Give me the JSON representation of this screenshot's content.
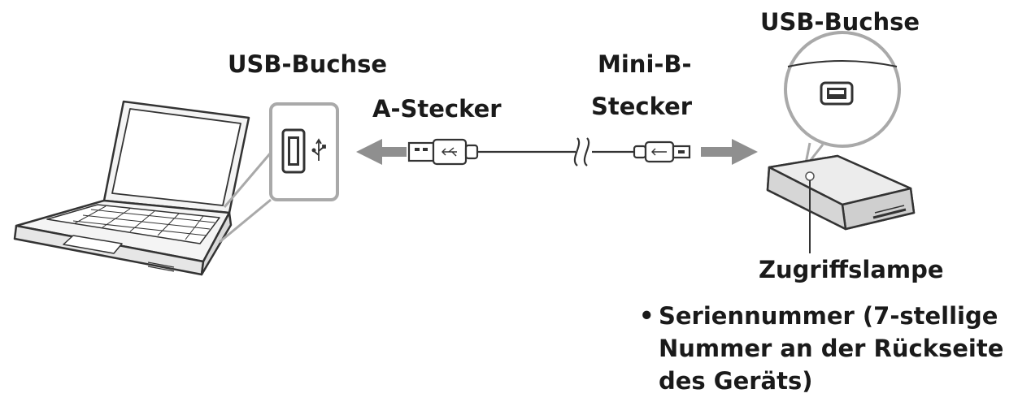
{
  "labels": {
    "usb_socket_laptop": "USB-Buchse",
    "a_plug": "A-Stecker",
    "mini_b_line1": "Mini-B-",
    "mini_b_line2": "Stecker",
    "usb_socket_device": "USB-Buchse",
    "access_lamp": "Zugriffslampe"
  },
  "serial_note": {
    "bullet": "•",
    "text": "Seriennummer (7-stellige\nNummer an der Rückseite\ndes Geräts)"
  },
  "colors": {
    "line": "#333333",
    "callout_border": "#a9a9a9",
    "arrow": "#8f8f8f",
    "device_fill": "#dcdcdc",
    "laptop_fill": "#f4f4f4"
  },
  "icons": {
    "usb_symbol": "usb-icon"
  }
}
